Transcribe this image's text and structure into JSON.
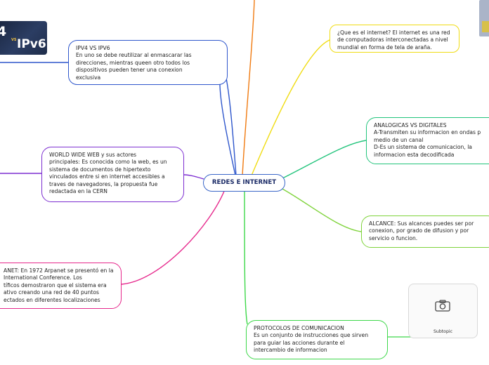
{
  "center": {
    "label": "REDES E INTERNET"
  },
  "topics": {
    "ipv4": "IPV4 VS IPV6\nEn uno se debe reutilizar al enmascarar las\ndirecciones, mientras queen otro todos los\ndispositivos pueden tener una conexion\nexclusiva",
    "www": "WORLD WIDE WEB  y sus actores\nprincipales:  Es conocida como la web, es un\nsistema de documentos de hipertexto\nvinculados entre si en internet accesibles a\ntraves de navegadores, la propuesta fue\nredactada en la CERN",
    "arpanet": "ANET: En 1972 Arpanet se presentó en la\n International Conference. Los\ntíficos demostraron que el sistema era\nativo creando una red de 40 puntos\nectados en diferentes localizaciones",
    "que": "¿Que es el internet?      El internet es una red\nde computadoras  interconectadas a nivel\nmundial en forma de tela de araña.",
    "analog": "ANALOGICAS VS DIGITALES\nA-Transmiten su informacion en ondas p\nmedio de un canal\nD-Es un sistema de comunicacion, la\ninformacion esta decodificada",
    "alcance": "ALCANCE:  Sus alcances puedes ser por\nconexion, por grado de difusion y por\nservicio o funcion.",
    "protocolos": "PROTOCOLOS DE COMUNICACION\nEs un conjunto de instrucciones que sirven\npara guiar las acciones durante el\nintercambio de informacion"
  },
  "subtopic": {
    "label": "Subtopic",
    "icon": "camera-icon"
  },
  "ipv_image": {
    "left": "4",
    "vs": "VS",
    "right": "IPv6"
  },
  "colors": {
    "ipv4": "#2f57cc",
    "www": "#7d2fd1",
    "arpanet": "#e6288c",
    "que": "#f0dc12",
    "analog": "#22c47c",
    "alcance": "#7fd33b",
    "protocolos": "#3ed84a",
    "top": "#f07a10"
  }
}
